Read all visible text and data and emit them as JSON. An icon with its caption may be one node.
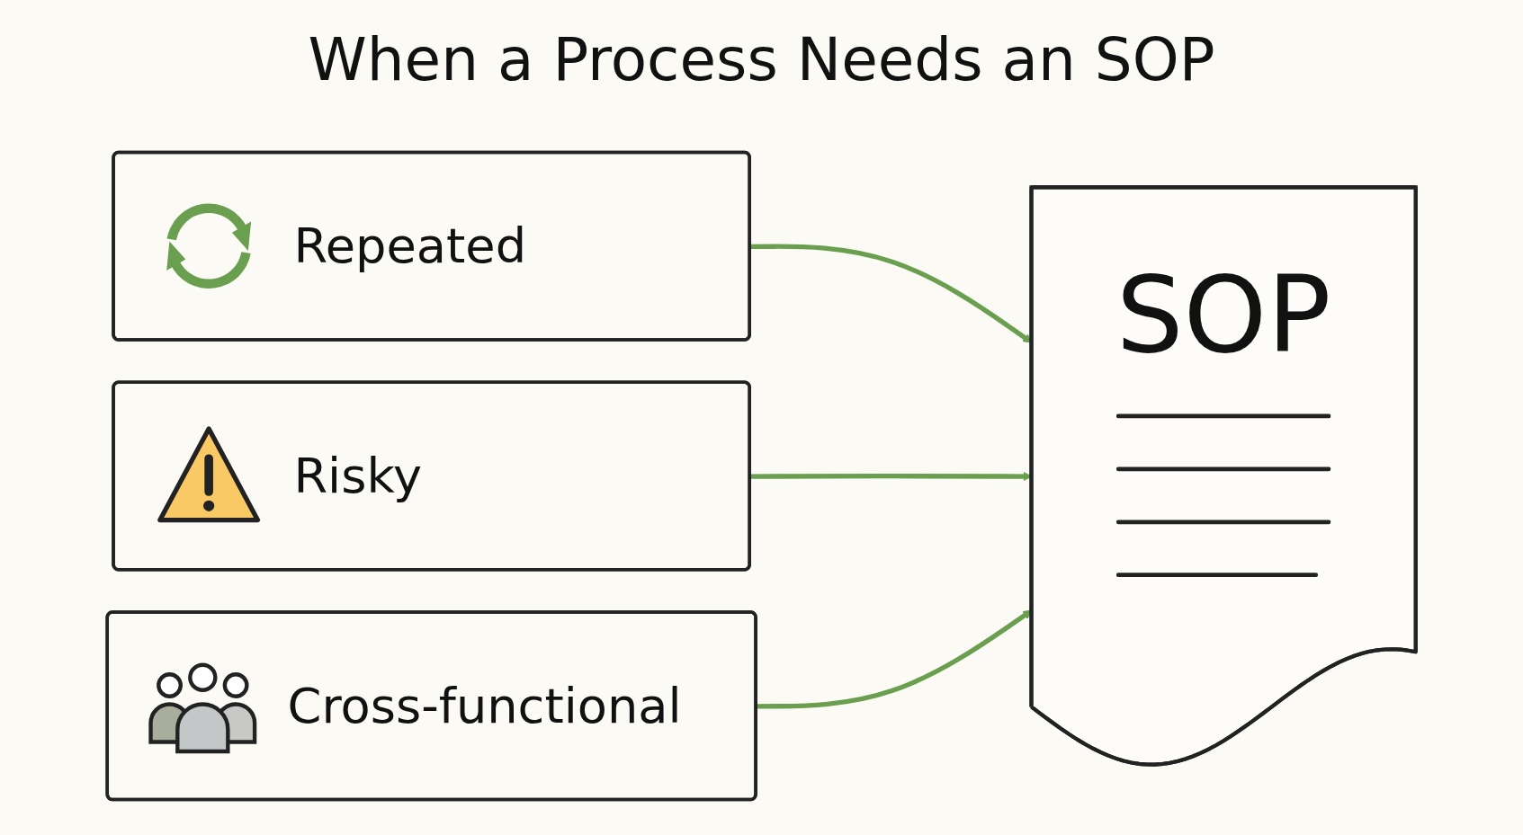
{
  "diagram": {
    "title": "When a Process Needs an SOP",
    "nodes": [
      {
        "text": [
          "Repeated"
        ]
      },
      {
        "text": [
          "Risky"
        ]
      },
      {
        "text": [
          "Cross-functional"
        ]
      },
      {
        "text": [
          "SOP"
        ]
      }
    ],
    "edges": [
      {
        "from": 0,
        "to": 3,
        "arrow": "to"
      },
      {
        "from": 1,
        "to": 3,
        "arrow": "to"
      },
      {
        "from": 2,
        "to": 3,
        "arrow": "to"
      }
    ]
  }
}
